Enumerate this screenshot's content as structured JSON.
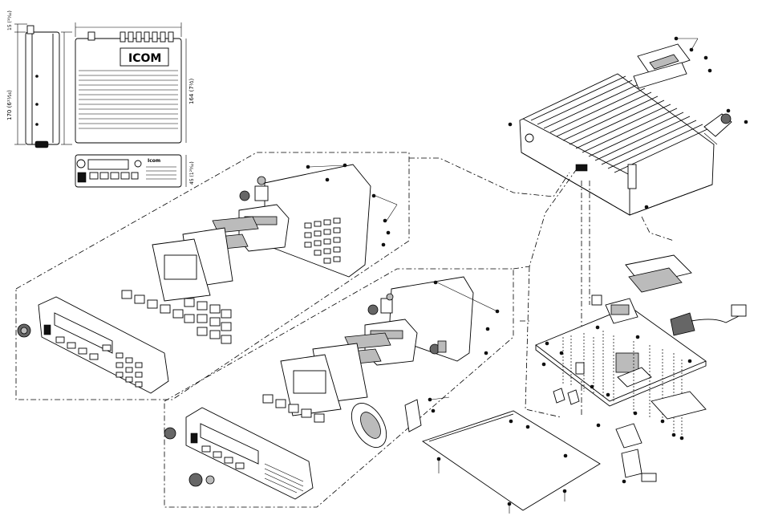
{
  "brand": {
    "logo_text": "ICOM",
    "panel_logo_text": "Icom"
  },
  "dimensions": {
    "side_height": "170 (6¹¹⁄₁₆)",
    "side_top_stub": "15 (¹⁹⁄₃₂)",
    "top_depth": "164 (7¹⁄₂)",
    "front_height": "45 (1²⁹⁄₃₂)"
  }
}
